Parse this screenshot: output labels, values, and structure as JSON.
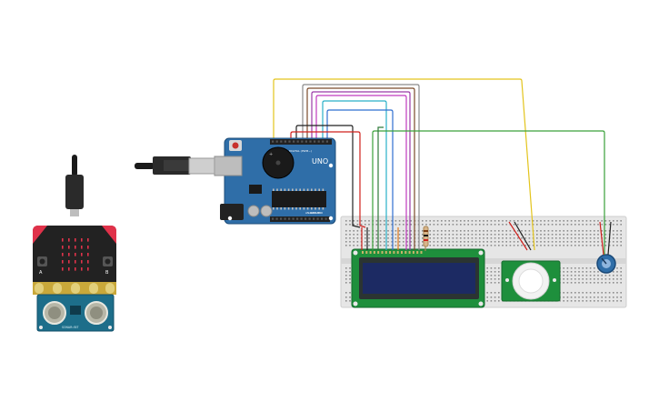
{
  "arduino": {
    "board_label": "UNO",
    "brand_text": "ARDUINO",
    "digital_header_label": "DIGITAL (PWM~)",
    "analog_header_label": "ANALOG IN",
    "power_label": "POWER"
  },
  "microbit": {
    "button_a_label": "A",
    "button_b_label": "B"
  },
  "sonar": {
    "module_text": "SONAR::BIT"
  },
  "wire_colors": {
    "yellow": "#e3c41c",
    "green": "#3aa13a",
    "red": "#d0201c",
    "black": "#222222",
    "gray": "#8a8a8a",
    "purple": "#9b3aa8",
    "magenta": "#c03abf",
    "cyan": "#2ab0c8",
    "blue": "#2f6fd0",
    "orange": "#e07a1f"
  },
  "component_colors": {
    "arduino_board": "#2f6ea8",
    "lcd_pcb": "#1e8f3c",
    "lcd_screen": "#1c2a63",
    "breadboard": "#e8e8e8",
    "microbit_board": "#222222",
    "microbit_accent": "#e0324a",
    "sonar_board": "#1d6e8a",
    "pir_pcb": "#1e8f3c",
    "potentiometer": "#2f6ea8"
  }
}
